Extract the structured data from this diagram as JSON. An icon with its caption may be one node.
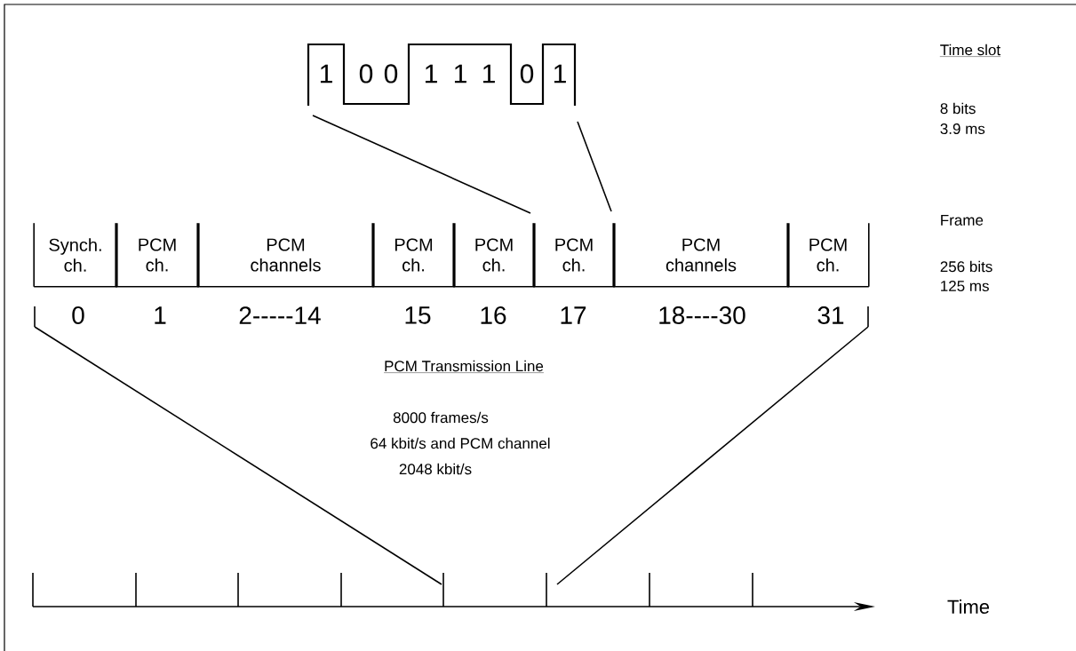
{
  "diagram": {
    "nodes": [
      {
        "text": [
          "Synch. ch."
        ]
      },
      {
        "text": [
          "PCM ch."
        ]
      },
      {
        "text": [
          "PCM channels"
        ]
      },
      {
        "text": [
          "PCM ch."
        ]
      },
      {
        "text": [
          "PCM ch."
        ]
      },
      {
        "text": [
          "PCM ch."
        ]
      },
      {
        "text": [
          "PCM channels"
        ]
      },
      {
        "text": [
          "PCM ch."
        ]
      }
    ],
    "labels": [
      "1",
      "0",
      "0",
      "1",
      "1",
      "1",
      "0",
      "1",
      "Time slot",
      "8 bits",
      "3.9 ms",
      "Frame",
      "256 bits",
      "125 ms",
      "0",
      "1",
      "2-----14",
      "15",
      "16",
      "17",
      "18----30",
      "31",
      "PCM Transmission Line",
      "8000 frames/s",
      "64 kbit/s and PCM channel",
      "2048 kbit/s",
      "Time"
    ]
  }
}
